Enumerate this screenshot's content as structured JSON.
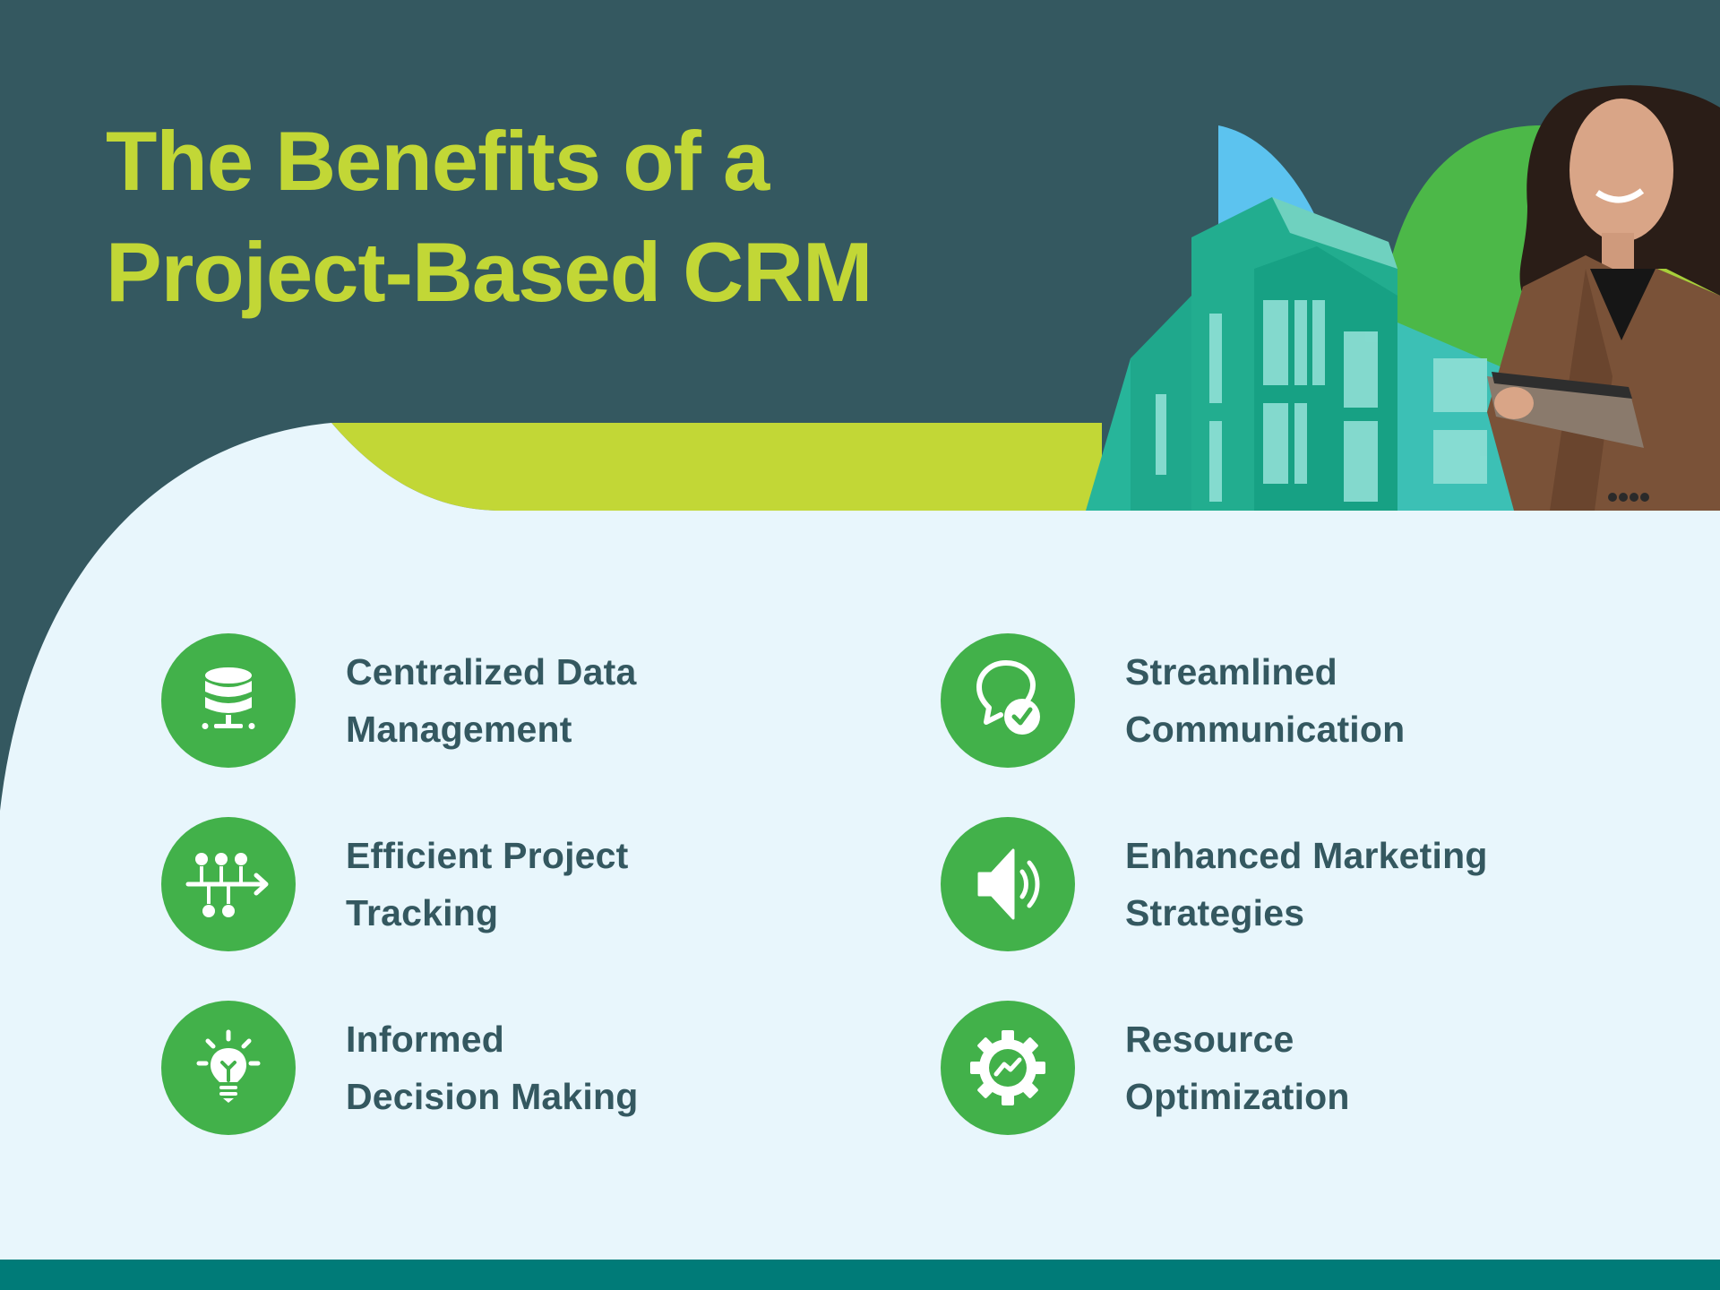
{
  "header": {
    "title_line1": "The Benefits of a",
    "title_line2": "Project-Based CRM"
  },
  "colors": {
    "background_dark": "#345860",
    "title_lime": "#c2d736",
    "panel_light": "#e8f6fc",
    "icon_green": "#42b14a",
    "text_dark": "#345860",
    "footer_teal": "#007b78",
    "shape_blue": "#5cc3ef",
    "shape_green": "#4cb848",
    "shape_lime": "#a7cf3a",
    "building_teal": "#20a98a"
  },
  "hero_image": {
    "description": "Smiling woman in brown plaid blazer holding a tablet, in front of a teal-tinted modern apartment building with blue and green semicircle shapes"
  },
  "benefits": [
    {
      "icon": "database-network-icon",
      "line1": "Centralized Data",
      "line2": "Management"
    },
    {
      "icon": "timeline-tracking-icon",
      "line1": "Efficient Project",
      "line2": "Tracking"
    },
    {
      "icon": "lightbulb-idea-icon",
      "line1": "Informed",
      "line2": "Decision Making"
    },
    {
      "icon": "chat-check-icon",
      "line1": "Streamlined",
      "line2": "Communication"
    },
    {
      "icon": "speaker-icon",
      "line1": "Enhanced Marketing",
      "line2": "Strategies"
    },
    {
      "icon": "gear-trend-icon",
      "line1": "Resource",
      "line2": "Optimization"
    }
  ]
}
